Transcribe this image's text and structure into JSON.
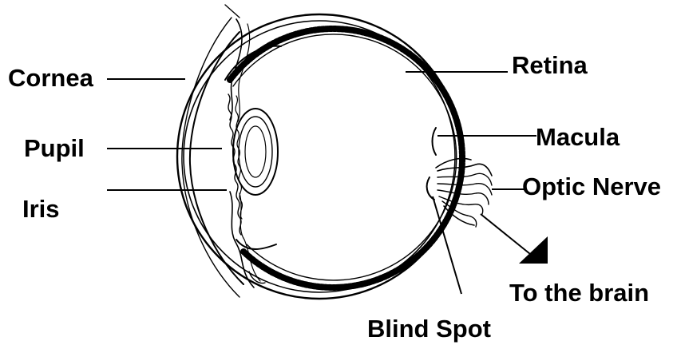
{
  "labels": {
    "cornea": "Cornea",
    "pupil": "Pupil",
    "iris": "Iris",
    "retina": "Retina",
    "macula": "Macula",
    "optic_nerve": "Optic Nerve",
    "to_the_brain": "To the brain",
    "blind_spot": "Blind Spot"
  }
}
